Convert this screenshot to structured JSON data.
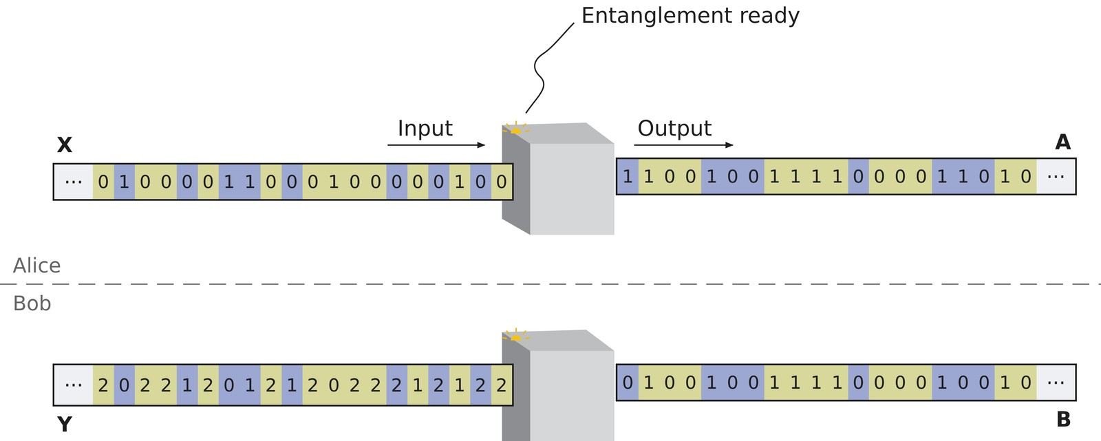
{
  "diagram": {
    "nodes": [
      {
        "text": [
          "···",
          "0",
          "1",
          "0",
          "0",
          "0",
          "0",
          "1",
          "1",
          "0",
          "0",
          "0",
          "1",
          "0",
          "0",
          "0",
          "0",
          "0",
          "1",
          "0",
          "0"
        ]
      },
      {
        "text": [
          "1",
          "1",
          "0",
          "0",
          "1",
          "0",
          "0",
          "1",
          "1",
          "1",
          "1",
          "0",
          "0",
          "0",
          "0",
          "1",
          "1",
          "0",
          "1",
          "0",
          "···"
        ]
      },
      {
        "text": [
          "···",
          "2",
          "0",
          "2",
          "2",
          "1",
          "2",
          "0",
          "1",
          "2",
          "1",
          "2",
          "0",
          "2",
          "2",
          "2",
          "1",
          "2",
          "1",
          "2",
          "2"
        ]
      },
      {
        "text": [
          "0",
          "1",
          "0",
          "0",
          "1",
          "0",
          "0",
          "1",
          "1",
          "1",
          "1",
          "0",
          "0",
          "0",
          "0",
          "1",
          "0",
          "0",
          "1",
          "0",
          "···"
        ]
      }
    ],
    "labels": [
      "Entanglement ready",
      "Input",
      "Output",
      "X",
      "A",
      "Alice",
      "Bob",
      "Y",
      "B"
    ]
  }
}
